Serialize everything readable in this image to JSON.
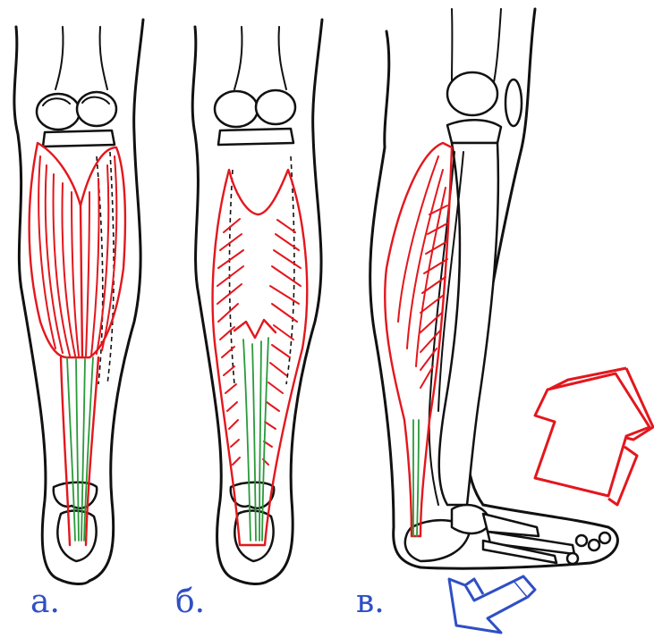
{
  "labels": {
    "panel_a": "а.",
    "panel_b": "б.",
    "panel_c": "в."
  },
  "colors": {
    "muscle": "#e3171d",
    "tendon": "#2b9a3a",
    "outline": "#111111",
    "label": "#2f4fc4",
    "up_arrow": "#e3171d",
    "down_arrow": "#2f4fc4"
  },
  "icons": {
    "up_arrow": "arrow-up-right-3d-icon",
    "down_arrow": "arrow-down-left-3d-icon"
  }
}
